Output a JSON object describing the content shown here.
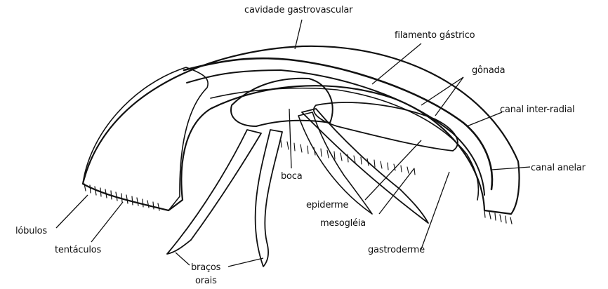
{
  "diagram": {
    "labels": {
      "cavidade_gastrovascular": "cavidade gastrovascular",
      "filamento_gastrico": "filamento gástrico",
      "gonada": "gônada",
      "canal_inter_radial": "canal inter-radial",
      "canal_anelar": "canal anelar",
      "boca": "boca",
      "epiderme": "epiderme",
      "mesogleia": "mesogléia",
      "gastroderme": "gastroderme",
      "lobulos": "lóbulos",
      "tentaculos": "tentáculos",
      "bracos": "braços",
      "orais": "orais"
    }
  }
}
